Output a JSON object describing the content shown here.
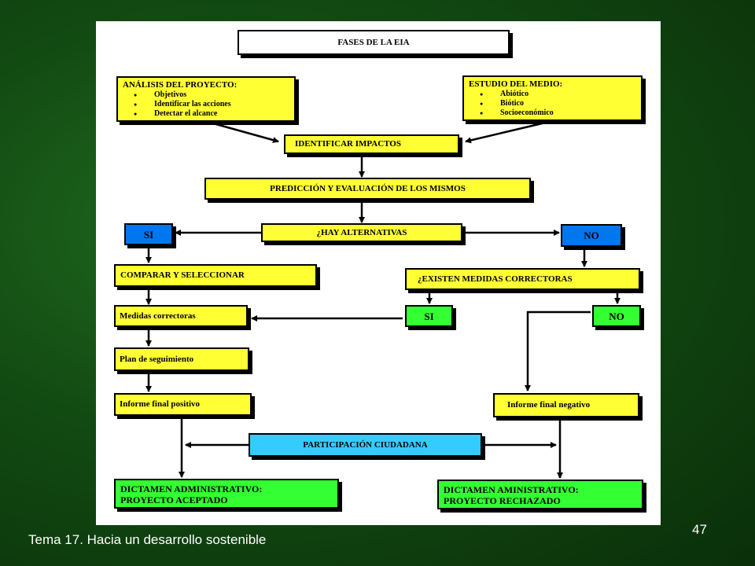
{
  "title": "FASES DE LA EIA",
  "project_analysis": {
    "heading": "ANÁLISIS DEL PROYECTO:",
    "items": [
      "Objetivos",
      "Identificar las acciones",
      "Detectar el alcance"
    ]
  },
  "environment_study": {
    "heading": "ESTUDIO DEL MEDIO:",
    "items": [
      "Abiótico",
      "Biótico",
      "Socioeconómico"
    ]
  },
  "identify_impacts": "IDENTIFICAR IMPACTOS",
  "prediction": "PREDICCIÓN Y EVALUACIÓN DE LOS MISMOS",
  "alternatives_question": "¿HAY ALTERNATIVAS",
  "yes_label": "SI",
  "no_label": "NO",
  "compare_select": "COMPARAR Y SELECCIONAR",
  "corrective_question": "¿EXISTEN MEDIDAS CORRECTORAS",
  "corrective_measures": "Medidas correctoras",
  "monitoring_plan": "Plan de seguimiento",
  "positive_report": "Informe final positivo",
  "negative_report": "Informe final negativo",
  "citizen_participation": "PARTICIPACIÓN CIUDADANA",
  "approved": {
    "line1": "DICTAMEN ADMINISTRATIVO:",
    "line2": "PROYECTO ACEPTADO"
  },
  "rejected": {
    "line1": "DICTAMEN AMINISTRATIVO:",
    "line2": "PROYECTO RECHAZADO"
  },
  "footer": "Tema 17. Hacia un desarrollo sostenible",
  "page_number": "47",
  "colors": {
    "yellow": "#ffff33",
    "blue": "#0077ee",
    "green": "#33ff33",
    "cyan": "#33ccff",
    "background": "#124a12"
  }
}
